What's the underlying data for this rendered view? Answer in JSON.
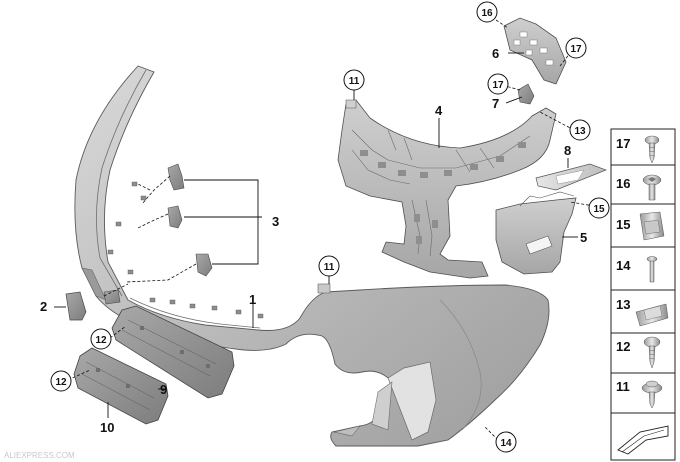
{
  "callouts": {
    "n1": "1",
    "n2": "2",
    "n3": "3",
    "n4": "4",
    "n5": "5",
    "n6": "6",
    "n7": "7",
    "n8": "8",
    "n9": "9",
    "n10": "10"
  },
  "circled": {
    "c11a": "11",
    "c11b": "11",
    "c12a": "12",
    "c12b": "12",
    "c13": "13",
    "c14": "14",
    "c15": "15",
    "c16": "16",
    "c17a": "17",
    "c17b": "17"
  },
  "side_panel": [
    {
      "num": "17",
      "icon": "screw-icon"
    },
    {
      "num": "16",
      "icon": "torx-bolt-icon"
    },
    {
      "num": "15",
      "icon": "clip-nut-icon"
    },
    {
      "num": "14",
      "icon": "expanding-rivet-icon"
    },
    {
      "num": "13",
      "icon": "spring-clip-icon"
    },
    {
      "num": "12",
      "icon": "sheet-metal-screw-icon"
    },
    {
      "num": "11",
      "icon": "collar-screw-icon"
    },
    {
      "num": "",
      "icon": "arrow-symbol-icon"
    }
  ],
  "watermark": "ALIEXPRESS.COM"
}
